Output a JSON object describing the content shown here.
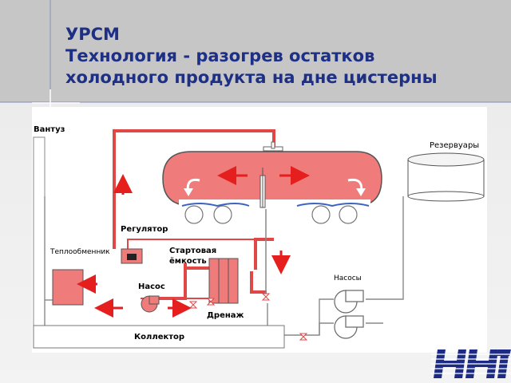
{
  "title": {
    "line1": "УРСМ",
    "line2": "Технология - разогрев остатков",
    "line3": "холодного продукта на дне цистерны"
  },
  "labels": {
    "vantuz": "Вантуз",
    "reservoirs": "Резервуары",
    "regulator": "Регулятор",
    "heat_exchanger": "Теплообменник",
    "start_tank": "Стартовая ёмкость",
    "pump": "Насос",
    "pumps": "Насосы",
    "drain": "Дренаж",
    "collector": "Коллектор"
  },
  "colors": {
    "title": "#1e2f86",
    "pipe": "#e04848",
    "tank_fill": "#f07b7b",
    "arrow": "#e51e1e",
    "flow_white": "#ffffff",
    "logo_blue": "#1d2c82"
  },
  "icons": {
    "logo": "nng-logo"
  }
}
